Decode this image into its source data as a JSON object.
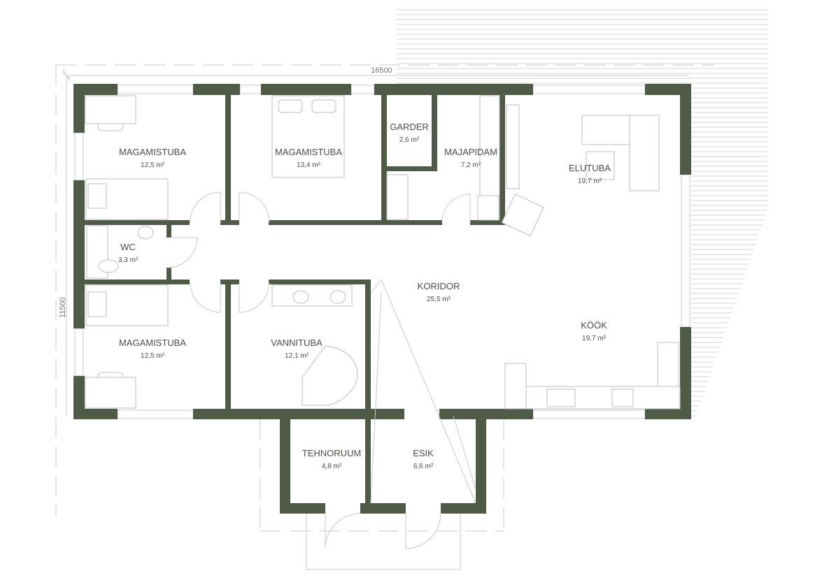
{
  "colors": {
    "wall": "#4f5a47",
    "line": "#c8c8c8",
    "text": "#4a4f45"
  },
  "dimensions": {
    "width": "16500",
    "depth": "11500"
  },
  "rooms": [
    {
      "name": "MAGAMISTUBA",
      "area": "12,5 m²"
    },
    {
      "name": "MAGAMISTUBA",
      "area": "13,4 m²"
    },
    {
      "name": "GARDER",
      "area": "2,6 m²"
    },
    {
      "name": "MAJAPIDAM",
      "area": "7,2 m²"
    },
    {
      "name": "ELUTUBA",
      "area": "19,7 m²"
    },
    {
      "name": "WC",
      "area": "3,3 m²"
    },
    {
      "name": "KORIDOR",
      "area": "25,5 m²"
    },
    {
      "name": "KÖÖK",
      "area": "19,7 m²"
    },
    {
      "name": "MAGAMISTUBA",
      "area": "12,5 m²"
    },
    {
      "name": "VANNITUBA",
      "area": "12,1 m²"
    },
    {
      "name": "TEHNORUUM",
      "area": "4,8 m²"
    },
    {
      "name": "ESIK",
      "area": "6,6 m²"
    }
  ]
}
